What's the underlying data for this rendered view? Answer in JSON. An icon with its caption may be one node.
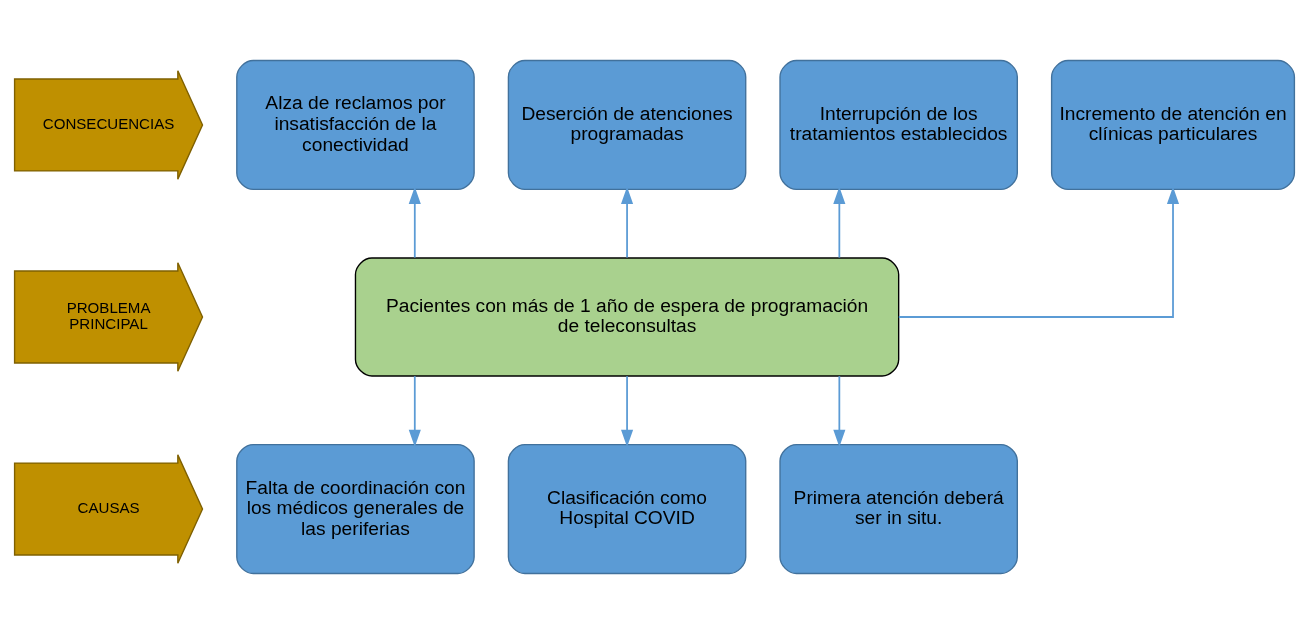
{
  "diagram": {
    "nodes": [
      {
        "text": [
          "CONSECUENCIAS"
        ]
      },
      {
        "text": [
          "Alza de reclamos por insatisfacción de la conectividad"
        ]
      },
      {
        "text": [
          "Deserción de atenciones programadas"
        ]
      },
      {
        "text": [
          "Interrupción de los tratamientos establecidos"
        ]
      },
      {
        "text": [
          "Incremento de atención en clínicas particulares"
        ]
      },
      {
        "text": [
          "PROBLEMA PRINCIPAL"
        ]
      },
      {
        "text": [
          "Pacientes con más de 1 año de espera de programación de teleconsultas"
        ]
      },
      {
        "text": [
          "CAUSAS"
        ]
      },
      {
        "text": [
          "Falta de coordinación con los médicos generales de las periferias"
        ]
      },
      {
        "text": [
          "Clasificación como Hospital COVID"
        ]
      },
      {
        "text": [
          "Primera atención deberá ser in situ."
        ]
      }
    ],
    "edges": [
      {
        "from": 6,
        "to": 1,
        "arrow": "to"
      },
      {
        "from": 6,
        "to": 2,
        "arrow": "to"
      },
      {
        "from": 6,
        "to": 3,
        "arrow": "to"
      },
      {
        "from": 6,
        "to": 4,
        "arrow": "to"
      },
      {
        "from": 6,
        "to": 8,
        "arrow": "to"
      },
      {
        "from": 6,
        "to": 9,
        "arrow": "to"
      },
      {
        "from": 6,
        "to": 10,
        "arrow": "to"
      }
    ]
  }
}
